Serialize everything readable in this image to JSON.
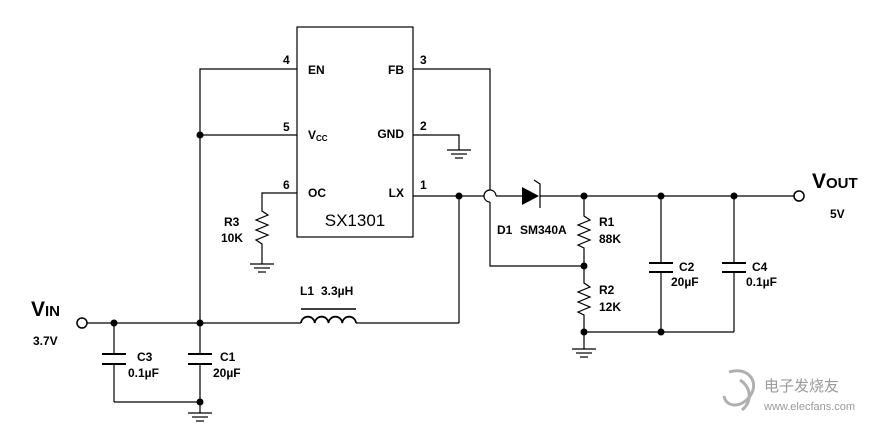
{
  "ic": {
    "name": "SX1301",
    "pins": [
      {
        "num": "4",
        "name": "EN"
      },
      {
        "num": "5",
        "name": "V",
        "sub": "CC"
      },
      {
        "num": "6",
        "name": "OC"
      },
      {
        "num": "3",
        "name": "FB"
      },
      {
        "num": "2",
        "name": "GND"
      },
      {
        "num": "1",
        "name": "LX"
      }
    ]
  },
  "input": {
    "symbol": "V",
    "sub": "IN",
    "voltage": "3.7V"
  },
  "output": {
    "symbol": "V",
    "sub": "OUT",
    "voltage": "5V"
  },
  "components": {
    "R3": {
      "ref": "R3",
      "value": "10K"
    },
    "L1": {
      "ref": "L1",
      "value": "3.3µH"
    },
    "D1": {
      "ref": "D1",
      "value": "SM340A"
    },
    "R1": {
      "ref": "R1",
      "value": "88K"
    },
    "R2": {
      "ref": "R2",
      "value": "12K"
    },
    "C1": {
      "ref": "C1",
      "value": "20µF"
    },
    "C2": {
      "ref": "C2",
      "value": "20µF"
    },
    "C3": {
      "ref": "C3",
      "value": "0.1µF"
    },
    "C4": {
      "ref": "C4",
      "value": "0.1µF"
    }
  },
  "watermark": {
    "cn": "电子发烧友",
    "url": "www.elecfans.com"
  }
}
